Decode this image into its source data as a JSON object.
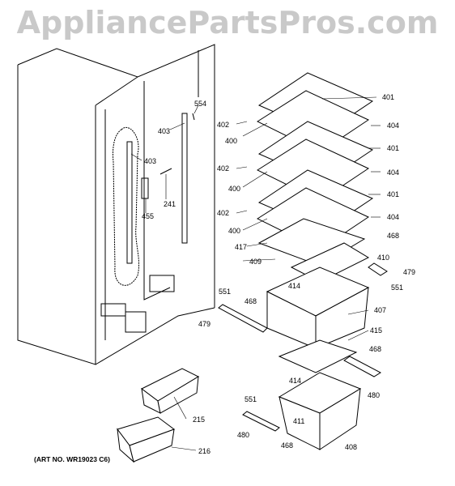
{
  "watermark": "AppliancePartsPros.com",
  "art_number": "(ART NO. WR19023 C6)",
  "callouts": {
    "c401a": "401",
    "c401b": "401",
    "c401c": "401",
    "c402a": "402",
    "c402b": "402",
    "c402c": "402",
    "c400a": "400",
    "c400b": "400",
    "c400c": "400",
    "c404a": "404",
    "c404b": "404",
    "c404c": "404",
    "c403a": "403",
    "c403b": "403",
    "c554": "554",
    "c241": "241",
    "c455": "455",
    "c417": "417",
    "c409": "409",
    "c468a": "468",
    "c468b": "468",
    "c468c": "468",
    "c468d": "468",
    "c410": "410",
    "c479a": "479",
    "c479b": "479",
    "c551a": "551",
    "c551b": "551",
    "c551c": "551",
    "c414a": "414",
    "c414b": "414",
    "c407": "407",
    "c415": "415",
    "c480a": "480",
    "c480b": "480",
    "c411": "411",
    "c408": "408",
    "c215": "215",
    "c216": "216"
  }
}
